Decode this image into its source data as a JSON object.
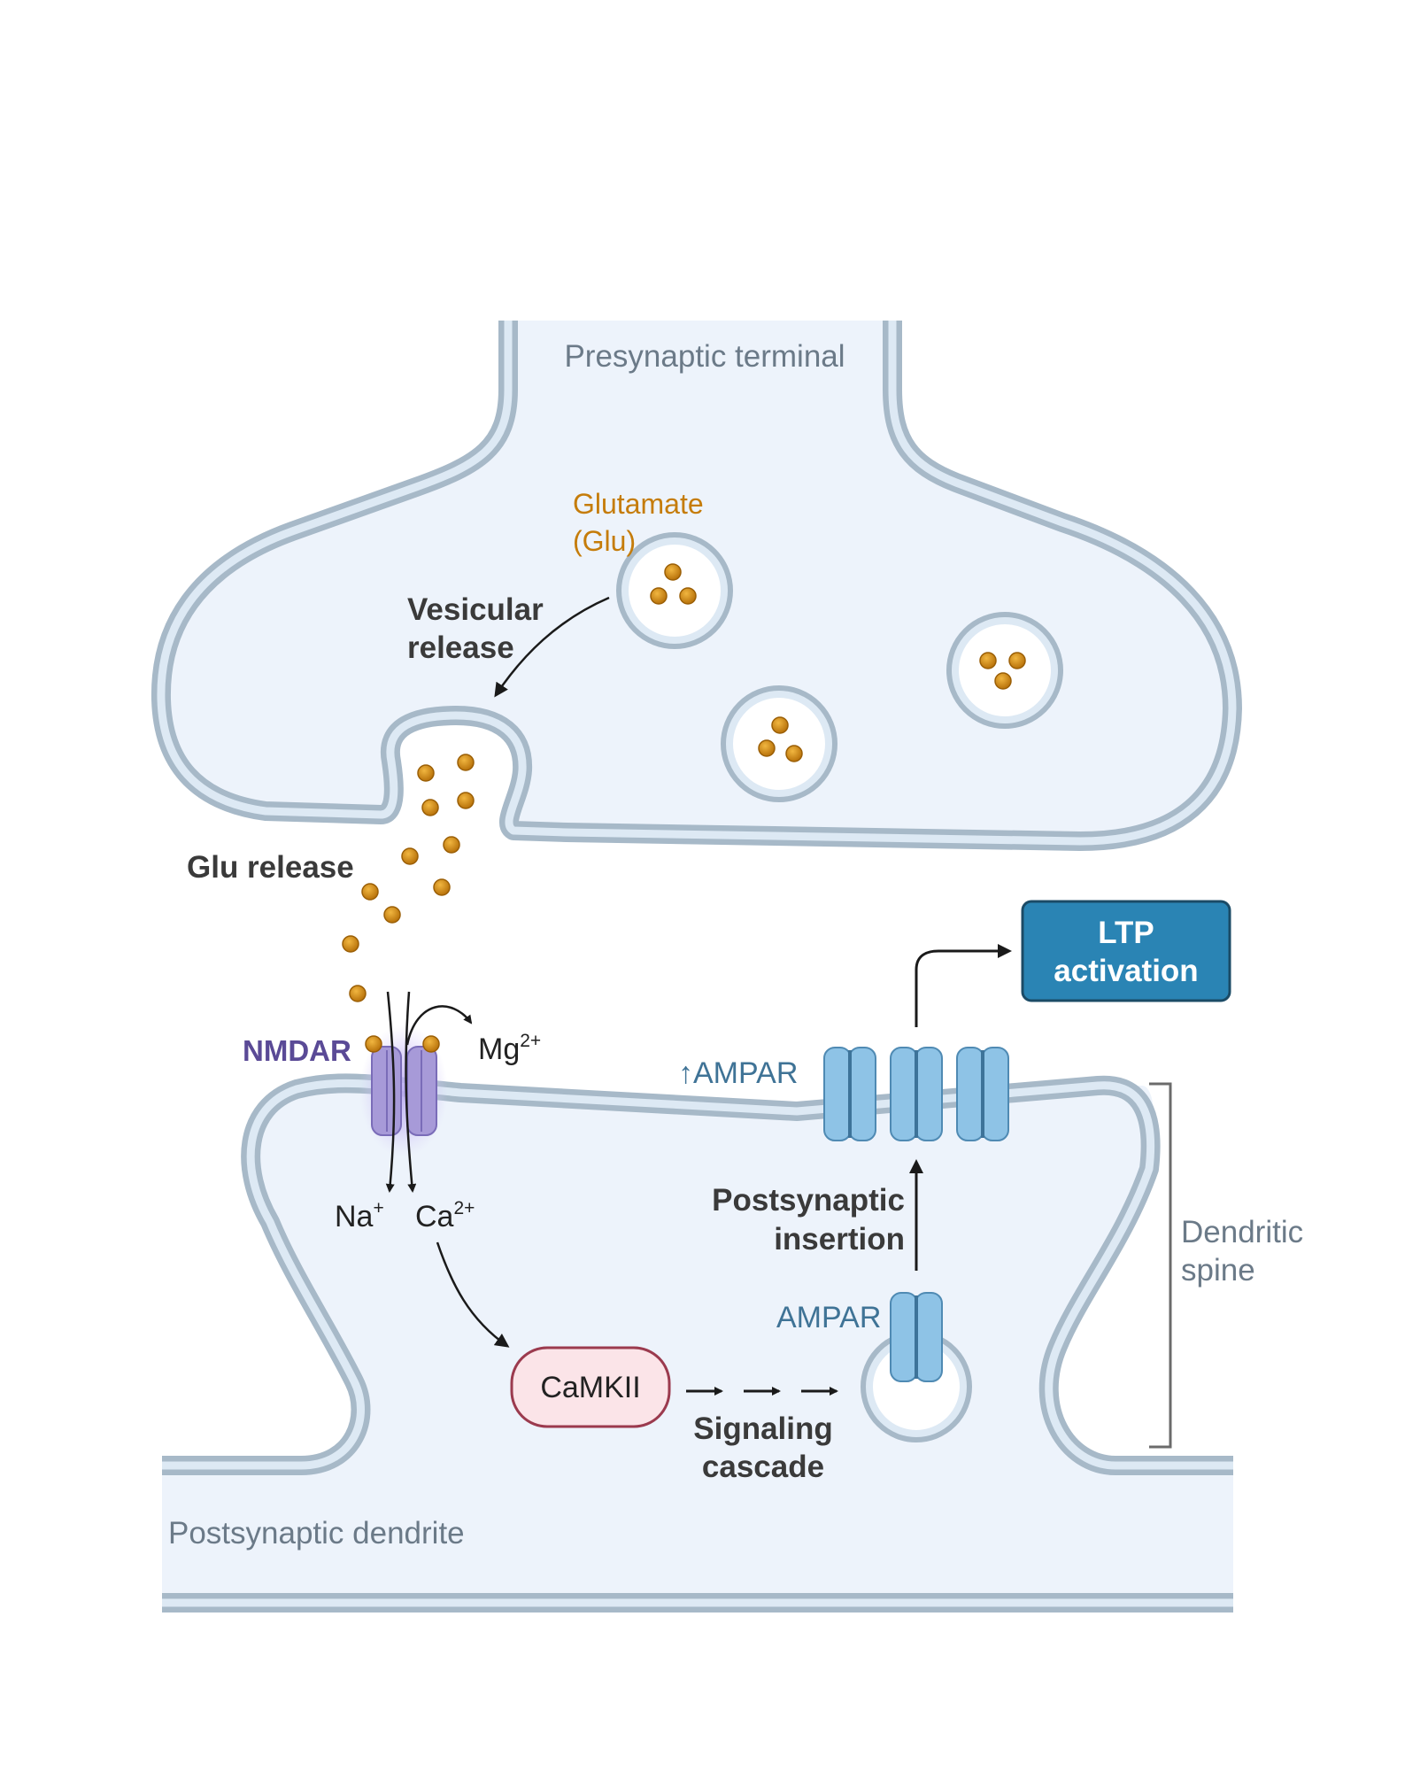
{
  "labels": {
    "presynaptic_terminal": "Presynaptic terminal",
    "glutamate_line1": "Glutamate",
    "glutamate_line2": "(Glu)",
    "vesicular_release_line1": "Vesicular",
    "vesicular_release_line2": "release",
    "glu_release": "Glu release",
    "nmdar": "NMDAR",
    "mg_base": "Mg",
    "mg_sup": "2+",
    "na_base": "Na",
    "na_sup": "+",
    "ca_base": "Ca",
    "ca_sup": "2+",
    "up_ampar": "↑AMPAR",
    "ltp_line1": "LTP",
    "ltp_line2": "activation",
    "postsynaptic_insertion_line1": "Postsynaptic",
    "postsynaptic_insertion_line2": "insertion",
    "ampar": "AMPAR",
    "camkii": "CaMKII",
    "signaling_line1": "Signaling",
    "signaling_line2": "cascade",
    "dendritic_spine_line1": "Dendritic",
    "dendritic_spine_line2": "spine",
    "postsynaptic_dendrite": "Postsynaptic dendrite"
  },
  "colors": {
    "cell_fill": "#edf3fb",
    "membrane_outer": "#a7b9c8",
    "membrane_inner": "#dde9f4",
    "glutamate": "#d18a10",
    "nmdar": "#a79ad8",
    "ampar": "#8ec3e6",
    "ltp_box": "#2a84b4",
    "camkii_fill": "#fbe4e8",
    "camkii_stroke": "#9b3a4e"
  }
}
